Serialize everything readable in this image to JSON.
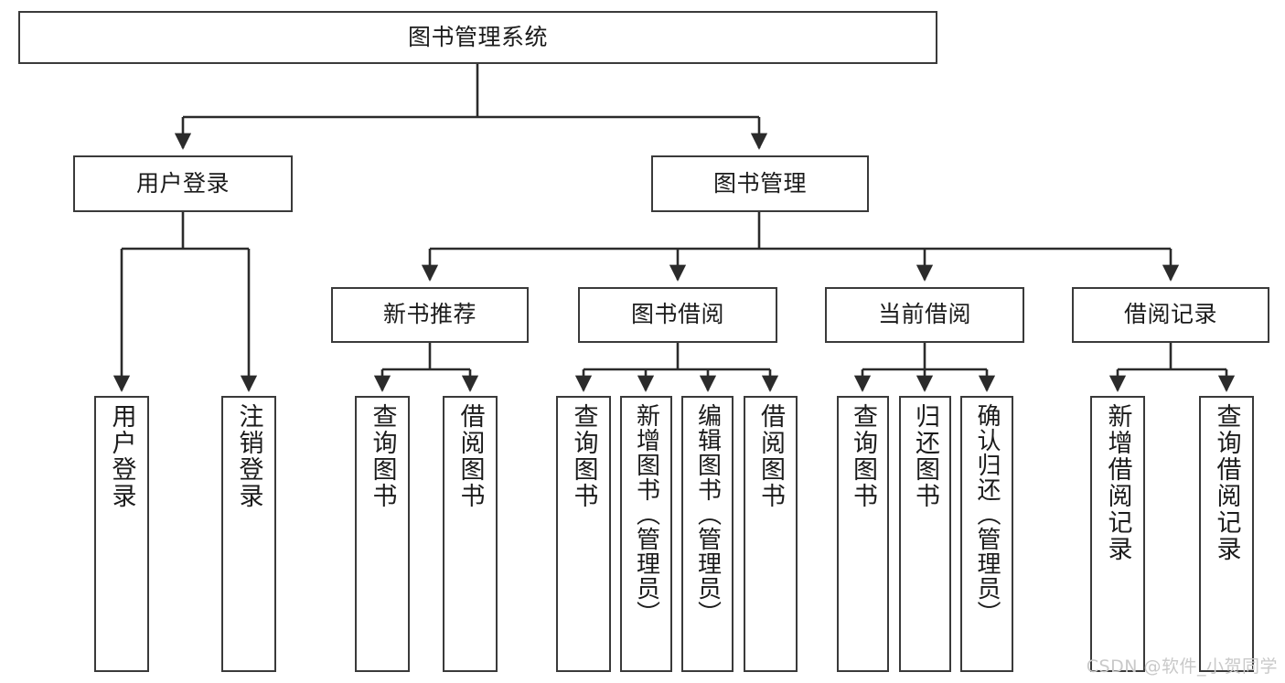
{
  "diagram": {
    "type": "tree-hierarchy",
    "title": "图书管理系统",
    "orientation": "top-down",
    "colors": {
      "node_border": "#3a3a3a",
      "node_fill": "#ffffff",
      "edge": "#2b2b2b",
      "text": "#1b1b1b",
      "watermark": "#c9c9c9",
      "background": "#ffffff"
    },
    "nodes": {
      "root": {
        "label": "图书管理系统",
        "level": 0,
        "text_direction": "horizontal"
      },
      "l1": [
        {
          "id": "user-login",
          "label": "用户登录",
          "level": 1,
          "text_direction": "horizontal"
        },
        {
          "id": "book-manage",
          "label": "图书管理",
          "level": 1,
          "text_direction": "horizontal"
        }
      ],
      "l2": [
        {
          "id": "new-book-recommend",
          "label": "新书推荐",
          "level": 2,
          "text_direction": "horizontal"
        },
        {
          "id": "book-borrow",
          "label": "图书借阅",
          "level": 2,
          "text_direction": "horizontal"
        },
        {
          "id": "current-borrow",
          "label": "当前借阅",
          "level": 2,
          "text_direction": "horizontal"
        },
        {
          "id": "borrow-record",
          "label": "借阅记录",
          "level": 2,
          "text_direction": "horizontal"
        }
      ],
      "leaves": [
        {
          "id": "leaf-user-login",
          "label": "用户登录",
          "parent": "user-login",
          "text_direction": "vertical"
        },
        {
          "id": "leaf-user-logout",
          "label": "注销登录",
          "parent": "user-login",
          "text_direction": "vertical"
        },
        {
          "id": "leaf-query-book-1",
          "label": "查询图书",
          "parent": "new-book-recommend",
          "text_direction": "vertical"
        },
        {
          "id": "leaf-borrow-book-1",
          "label": "借阅图书",
          "parent": "new-book-recommend",
          "text_direction": "vertical"
        },
        {
          "id": "leaf-query-book-2",
          "label": "查询图书",
          "parent": "book-borrow",
          "text_direction": "vertical"
        },
        {
          "id": "leaf-add-book",
          "label": "新增图书（管理员）",
          "parent": "book-borrow",
          "text_direction": "vertical"
        },
        {
          "id": "leaf-edit-book",
          "label": "编辑图书（管理员）",
          "parent": "book-borrow",
          "text_direction": "vertical"
        },
        {
          "id": "leaf-borrow-book-2",
          "label": "借阅图书",
          "parent": "book-borrow",
          "text_direction": "vertical"
        },
        {
          "id": "leaf-query-book-3",
          "label": "查询图书",
          "parent": "current-borrow",
          "text_direction": "vertical"
        },
        {
          "id": "leaf-return-book",
          "label": "归还图书",
          "parent": "current-borrow",
          "text_direction": "vertical"
        },
        {
          "id": "leaf-confirm-return",
          "label": "确认归还（管理员）",
          "parent": "current-borrow",
          "text_direction": "vertical"
        },
        {
          "id": "leaf-add-record",
          "label": "新增借阅记录",
          "parent": "borrow-record",
          "text_direction": "vertical"
        },
        {
          "id": "leaf-query-record",
          "label": "查询借阅记录",
          "parent": "borrow-record",
          "text_direction": "vertical"
        }
      ]
    }
  },
  "watermark": {
    "text": "CSDN @软件_小贺同学"
  }
}
